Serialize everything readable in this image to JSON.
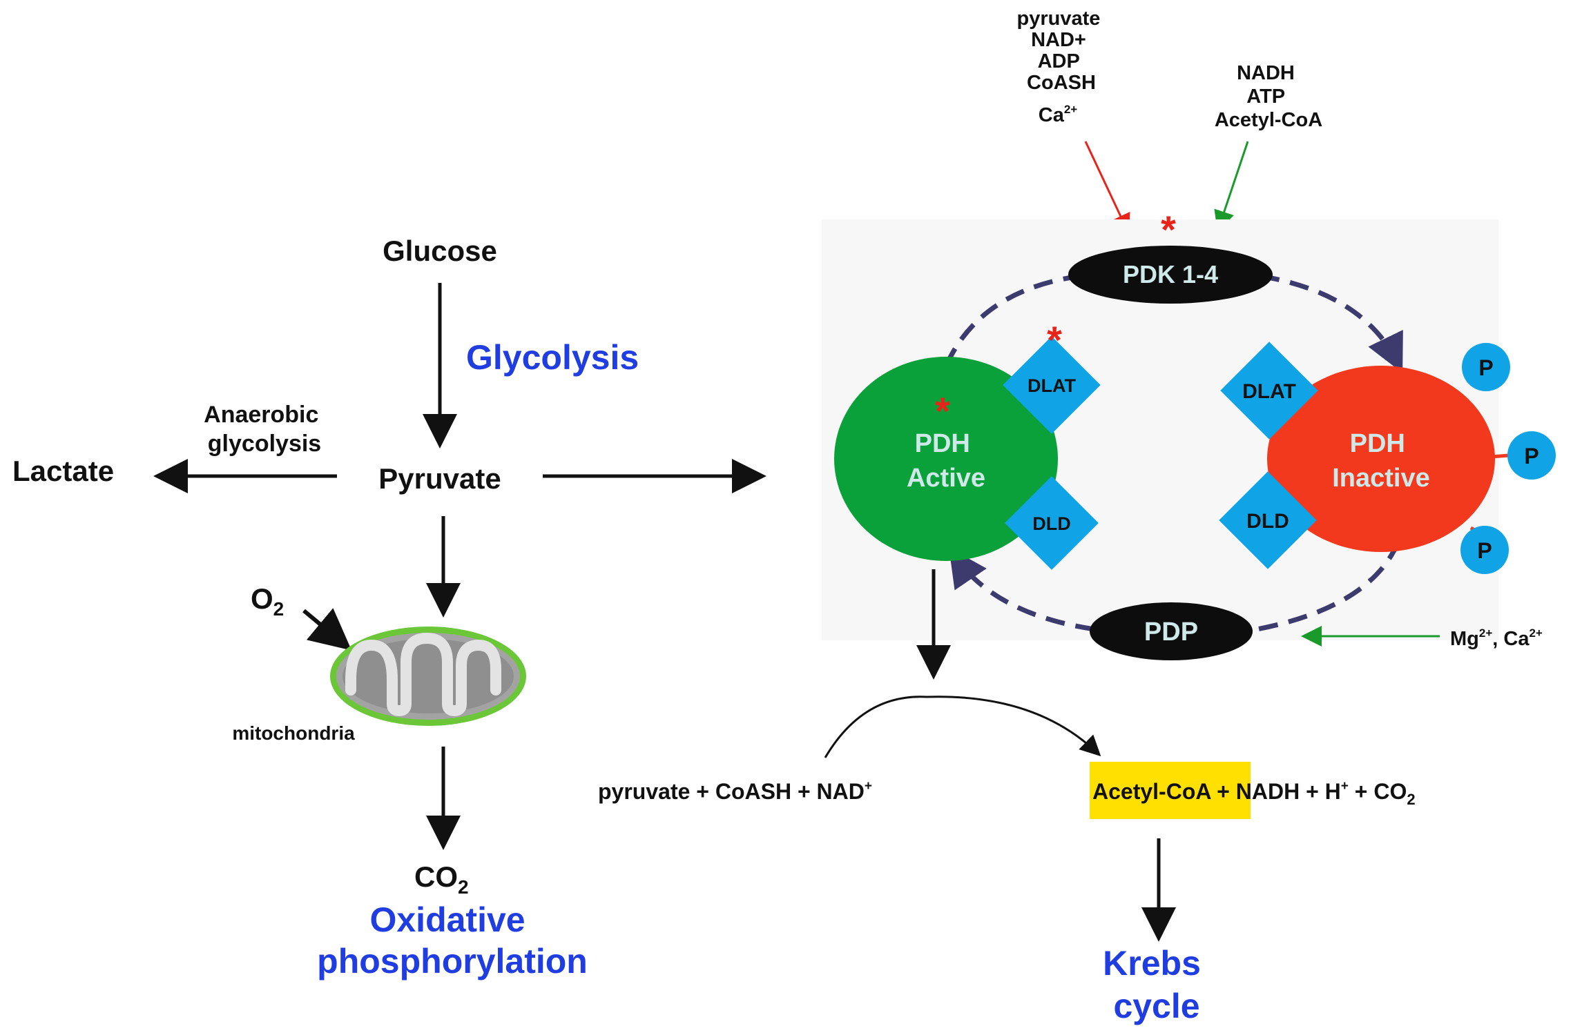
{
  "left_pathway": {
    "glucose": "Glucose",
    "glycolysis": "Glycolysis",
    "pyruvate": "Pyruvate",
    "anaerobic_line1": "Anaerobic",
    "anaerobic_line2": "glycolysis",
    "lactate": "Lactate",
    "o2_main": "O",
    "o2_sub": "2",
    "mitochondria": "mitochondria",
    "co2_main": "CO",
    "co2_sub": "2",
    "oxphos_line1": "Oxidative",
    "oxphos_line2": "phosphorylation"
  },
  "pdk_activators": [
    "pyruvate",
    "NAD+",
    "ADP",
    "CoASH",
    "Ca"
  ],
  "pdk_activator_ca_sup": "2+",
  "pdk_inhibitors": [
    "NADH",
    "ATP",
    "Acetyl-CoA"
  ],
  "cycle": {
    "pdk": "PDK 1-4",
    "pdp": "PDP",
    "pdh_active_line1": "PDH",
    "pdh_active_line2": "Active",
    "pdh_inactive_line1": "PDH",
    "pdh_inactive_line2": "Inactive",
    "dlat": "DLAT",
    "dld": "DLD",
    "phosphate": "P",
    "asterisk": "*",
    "pdp_activators_mg": "Mg",
    "pdp_activators_sup": "2+",
    "pdp_activators_ca": ", Ca"
  },
  "reaction": {
    "substrates": "pyruvate + CoASH + NAD",
    "substrates_sup": "+",
    "acetyl_coa": "Acetyl-CoA",
    "products_a": " + NADH + H",
    "products_sup": "+",
    "products_b": " + CO",
    "products_sub": "2"
  },
  "krebs_line1": "Krebs",
  "krebs_line2": "cycle",
  "colors": {
    "active": "#0aa13a",
    "inactive": "#f2391e",
    "domain": "#10a4e6",
    "highlight": "#ffe000",
    "label_blue": "#1f3de0",
    "mito_outer": "#6cc738"
  }
}
